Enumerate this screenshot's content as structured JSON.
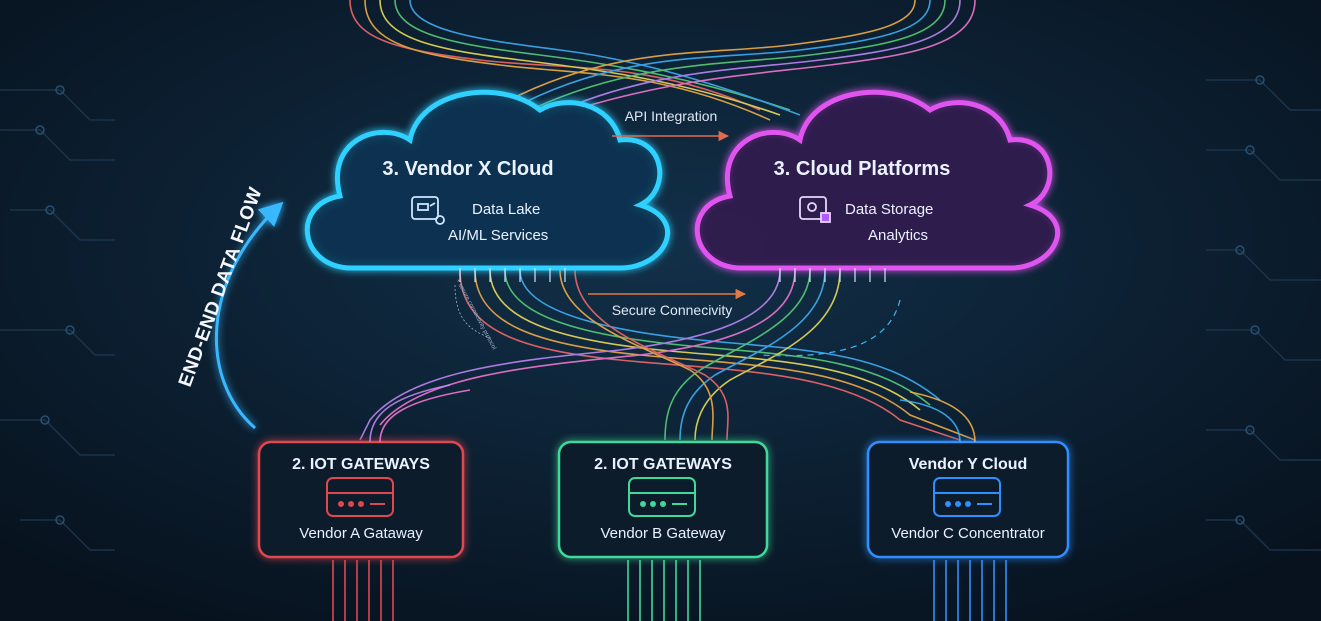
{
  "diagram": {
    "side_label": "END-END DATA FLOW",
    "clouds": {
      "vendor_x": {
        "title": "3. Vendor X Cloud",
        "line1": "Data Lake",
        "line2": "AI/ML Services",
        "color": "#2fd1ff"
      },
      "platforms": {
        "title": "3. Cloud Platforms",
        "line1": "Data Storage",
        "line2": "Analytics",
        "color": "#e055f0"
      }
    },
    "connectors": {
      "api": "API Integration",
      "secure": "Secure Connecivity",
      "tiny_note": "+ secure connectivity protocol"
    },
    "gateways": [
      {
        "title": "2. IOT GATEWAYS",
        "label": "Vendor A Gataway",
        "color": "#e0474f"
      },
      {
        "title": "2. IOT GATEWAYS",
        "label": "Vendor B Gateway",
        "color": "#3fd99a"
      },
      {
        "title": "Vendor Y Cloud",
        "label": "Vendor C Concentrator",
        "color": "#2f8fff"
      }
    ],
    "colors": {
      "background": "#0b1a2a",
      "frame": "#1f8fe6",
      "arrow": "#39b8ff"
    }
  }
}
